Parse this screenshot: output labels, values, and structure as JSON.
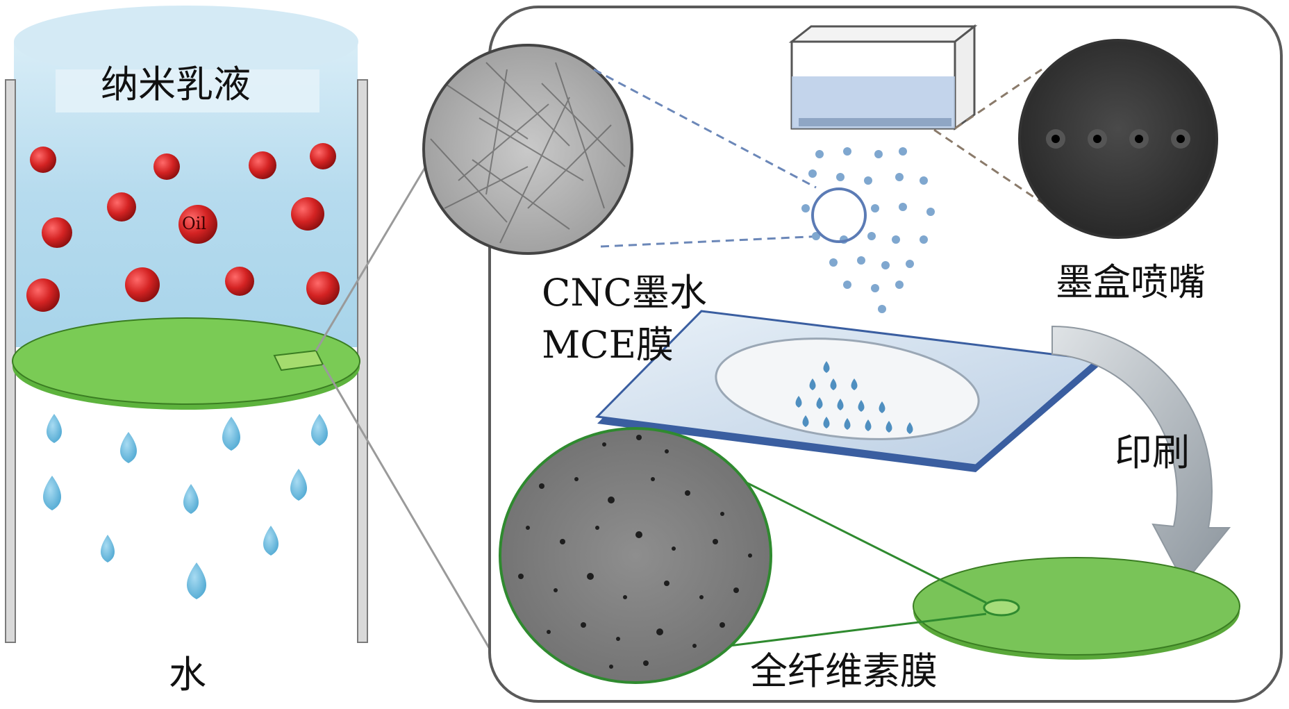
{
  "labels": {
    "emulsion": "纳米乳液",
    "oil": "Oil",
    "water": "水",
    "cnc_ink": "CNC墨水",
    "mce_membrane": "MCE膜",
    "cartridge_nozzle": "墨盒喷嘴",
    "printing": "印刷",
    "all_cellulose_membrane": "全纤维素膜"
  },
  "colors": {
    "emulsion_liquid": "#bfe0f0",
    "oil_droplet": "#cc1f1f",
    "membrane_green": "#6cc24a",
    "water_drop": "#5ab4dc",
    "substrate_blue": "#a9c4e0",
    "arrow_gray": "#9aa3ab",
    "panel_border": "#555555"
  },
  "icons": [
    "emulsion-cylinder",
    "oil-droplet",
    "water-drop",
    "ink-cartridge",
    "nozzle-micrograph",
    "cnc-micrograph",
    "mce-substrate",
    "curved-arrow",
    "cellulose-membrane",
    "membrane-micrograph"
  ]
}
